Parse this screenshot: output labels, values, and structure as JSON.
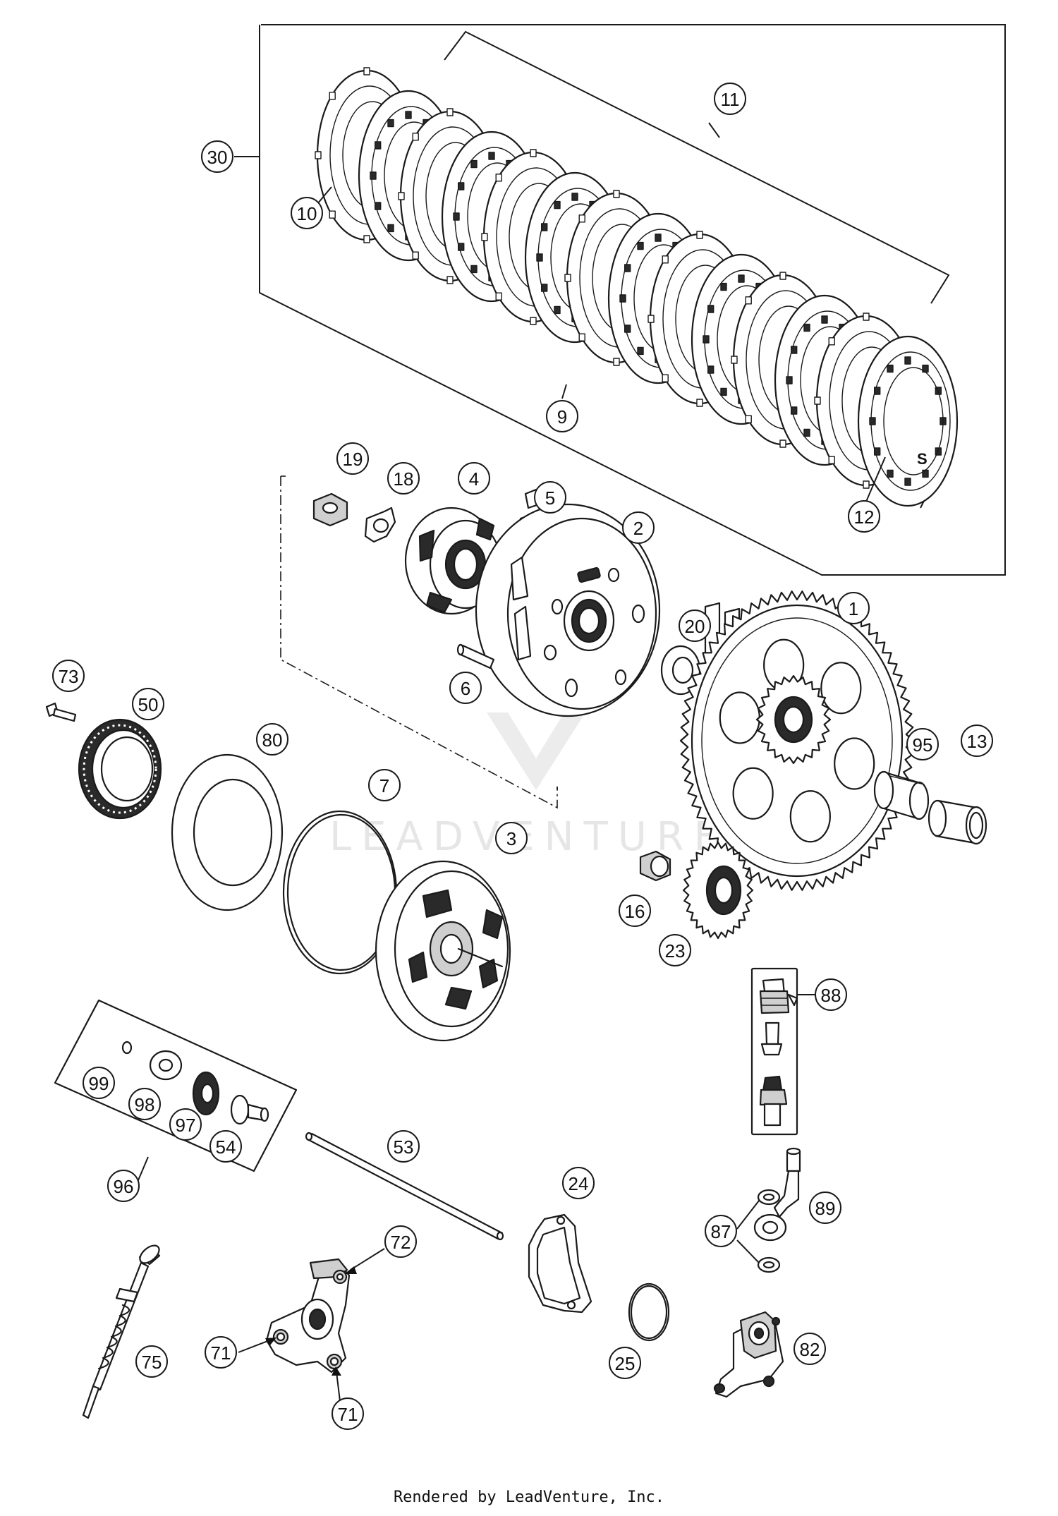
{
  "callouts": {
    "c1": "1",
    "c2": "2",
    "c3": "3",
    "c4": "4",
    "c5": "5",
    "c6": "6",
    "c7": "7",
    "c9": "9",
    "c10": "10",
    "c11": "11",
    "c12": "12",
    "c13": "13",
    "c16": "16",
    "c18": "18",
    "c19": "19",
    "c20": "20",
    "c23": "23",
    "c24": "24",
    "c25": "25",
    "c30": "30",
    "c50": "50",
    "c53": "53",
    "c54": "54",
    "c71a": "71",
    "c71b": "71",
    "c72": "72",
    "c73": "73",
    "c75": "75",
    "c80": "80",
    "c82": "82",
    "c87": "87",
    "c88": "88",
    "c89": "89",
    "c95": "95",
    "c96": "96",
    "c97": "97",
    "c98": "98",
    "c99": "99"
  },
  "plate_mark": "S",
  "watermark": "LEADVENTURE",
  "footer": "Rendered by LeadVenture, Inc."
}
